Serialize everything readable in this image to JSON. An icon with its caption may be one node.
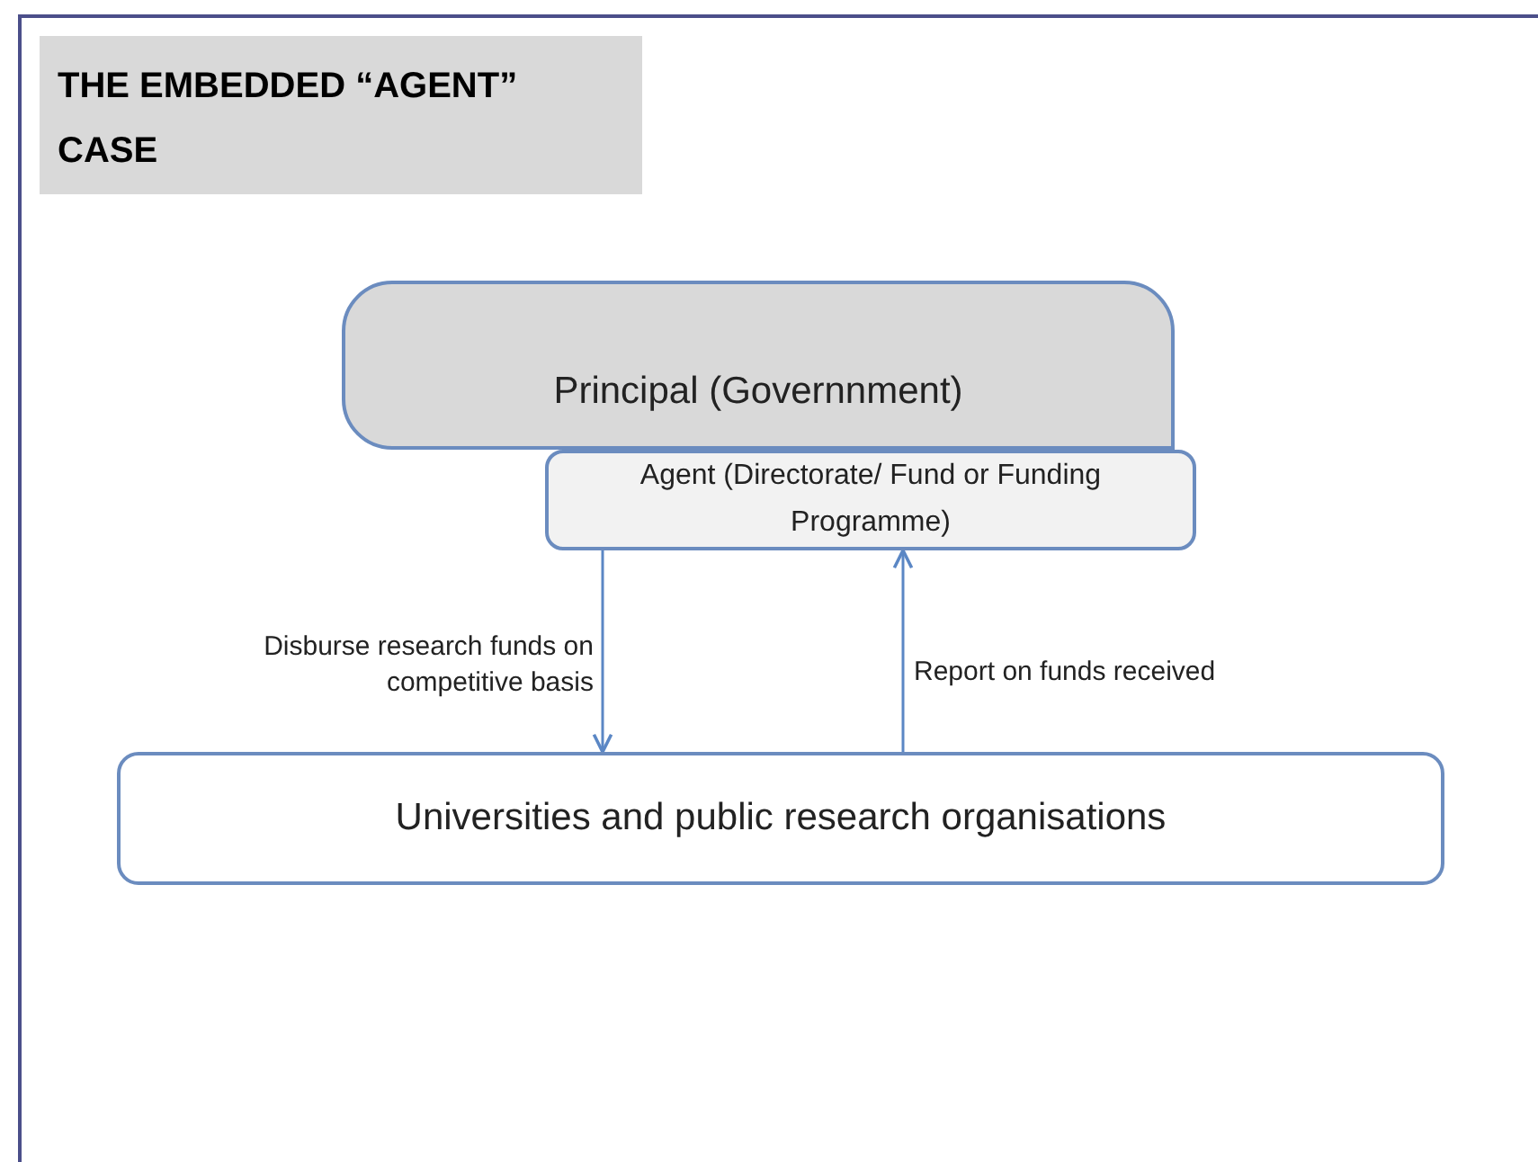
{
  "diagram": {
    "title": "THE EMBEDDED “AGENT” CASE",
    "nodes": [
      {
        "text": [
          "Principal (Governnment)"
        ]
      },
      {
        "text": [
          "Agent (Directorate/ Fund or Funding Programme)"
        ]
      },
      {
        "text": [
          "Universities and public research organisations"
        ]
      }
    ],
    "edges": [
      {
        "from": 1,
        "to": 2,
        "arrow": "to",
        "label": "Disburse research funds on competitive basis"
      },
      {
        "from": 2,
        "to": 1,
        "arrow": "to",
        "label": "Report on funds received"
      }
    ]
  }
}
